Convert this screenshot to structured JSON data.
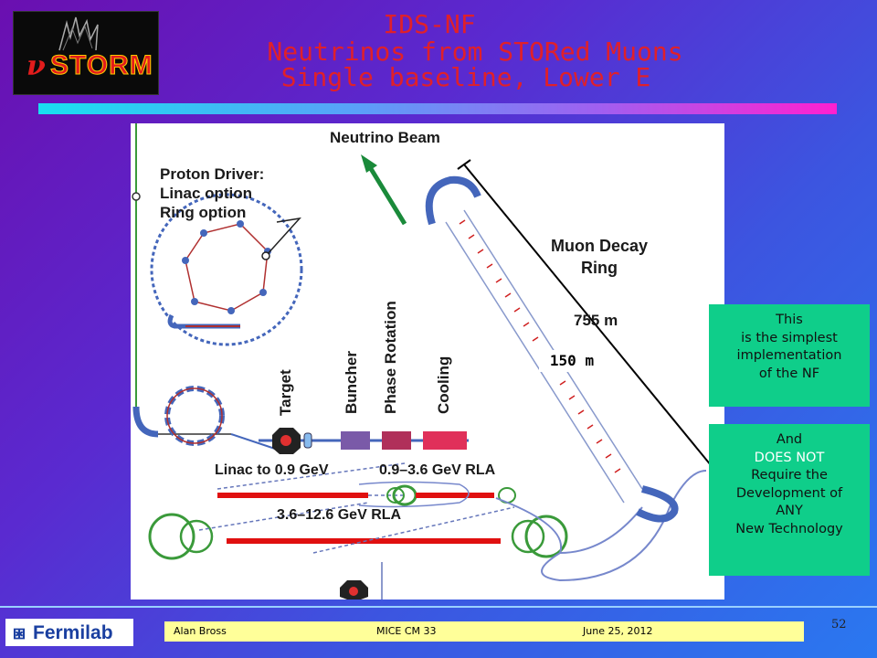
{
  "logo": {
    "nu": "ν",
    "text": "STORM"
  },
  "title": {
    "line1": "IDS-NF",
    "line2": "Neutrinos from STORed Muons",
    "line3": "Single baseline, Lower E"
  },
  "diagram": {
    "neutrino_beam": "Neutrino Beam",
    "proton_driver": "Proton Driver:",
    "linac_option": "Linac option",
    "ring_option": "Ring option",
    "muon_decay_1": "Muon Decay",
    "muon_decay_2": "Ring",
    "length_755": "755 m",
    "target": "Target",
    "buncher": "Buncher",
    "phase_rotation": "Phase Rotation",
    "cooling": "Cooling",
    "linac_gev": "Linac to 0.9 GeV",
    "rla1": "0.9–3.6 GeV RLA",
    "rla2": "3.6–12.6 GeV RLA",
    "length_150": "150 m"
  },
  "callout1": {
    "line1": "This",
    "line2": "is the simplest",
    "line3": "implementation",
    "line4": "of the NF"
  },
  "callout2": {
    "line1": "And",
    "line2": "DOES NOT",
    "line3": "Require the",
    "line4": "Development of",
    "line5": "ANY",
    "line6": "New Technology"
  },
  "footer": {
    "brand": "Fermilab",
    "author": "Alan Bross",
    "meeting": "MICE CM 33",
    "date": "June 25, 2012",
    "page": "52"
  },
  "colors": {
    "title": "#e0202a",
    "callout_bg": "#0fce8a",
    "footer_bar": "#ffff99"
  }
}
